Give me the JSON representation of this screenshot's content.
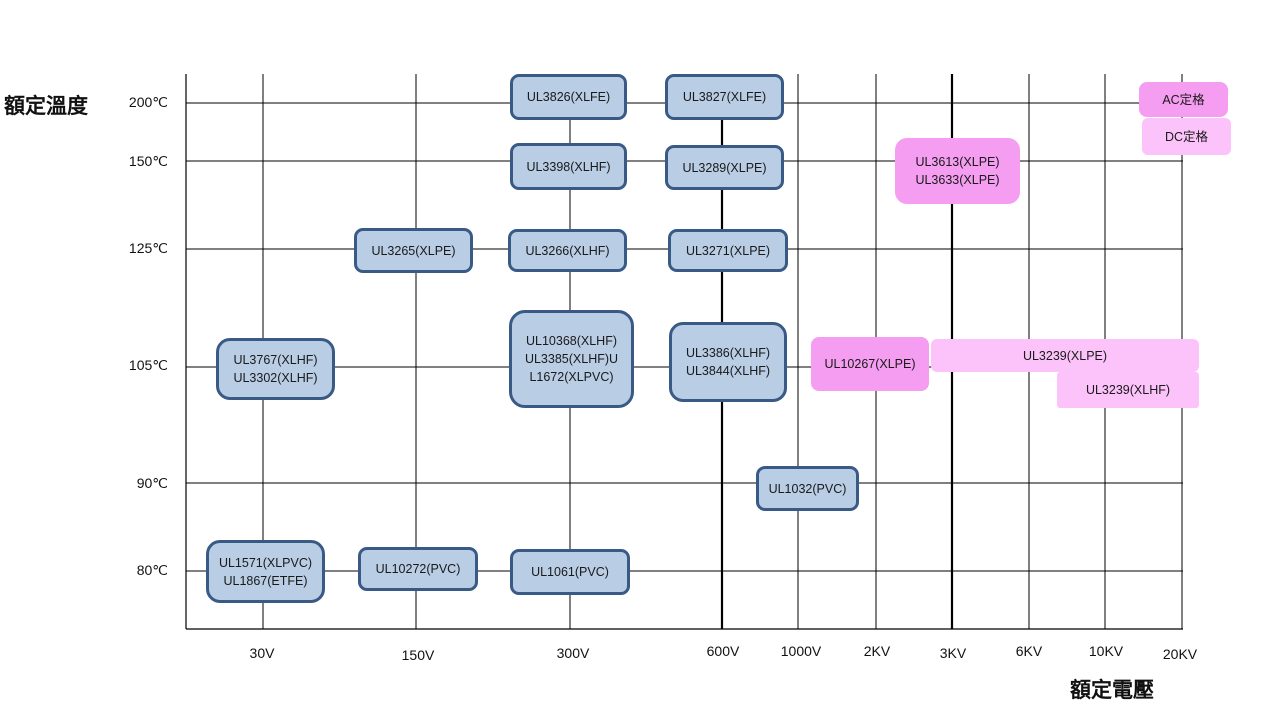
{
  "y_axis_title": "額定溫度",
  "x_axis_title": "額定電壓",
  "temperatures": [
    "200℃",
    "150℃",
    "125℃",
    "105℃",
    "90℃",
    "80℃"
  ],
  "voltages": [
    "30V",
    "150V",
    "300V",
    "600V",
    "1000V",
    "2KV",
    "3KV",
    "6KV",
    "10KV",
    "20KV"
  ],
  "legend": {
    "ac": "AC定格",
    "dc": "DC定格"
  },
  "colors": {
    "blue_fill": "#b9cde5",
    "blue_border": "#3a5a86",
    "ac_pink": "#f59df0",
    "dc_pink": "#fcc3fa"
  },
  "cables": [
    {
      "id": "ul3826",
      "lines": [
        "UL3826(XLFE)"
      ],
      "temp": "200℃",
      "voltage": "300V",
      "style": "blue"
    },
    {
      "id": "ul3827",
      "lines": [
        "UL3827(XLFE)"
      ],
      "temp": "200℃",
      "voltage": "600V",
      "style": "blue"
    },
    {
      "id": "ul3398",
      "lines": [
        "UL3398(XLHF)"
      ],
      "temp": "150℃",
      "voltage": "300V",
      "style": "blue"
    },
    {
      "id": "ul3289",
      "lines": [
        "UL3289(XLPE)"
      ],
      "temp": "150℃",
      "voltage": "600V",
      "style": "blue"
    },
    {
      "id": "ul3613",
      "lines": [
        "UL3613(XLPE)",
        "UL3633(XLPE)"
      ],
      "temp": "150℃",
      "voltage": "3KV",
      "style": "ac"
    },
    {
      "id": "ul3265",
      "lines": [
        "UL3265(XLPE)"
      ],
      "temp": "125℃",
      "voltage": "150V",
      "style": "blue"
    },
    {
      "id": "ul3266",
      "lines": [
        "UL3266(XLHF)"
      ],
      "temp": "125℃",
      "voltage": "300V",
      "style": "blue"
    },
    {
      "id": "ul3271",
      "lines": [
        "UL3271(XLPE)"
      ],
      "temp": "125℃",
      "voltage": "600V",
      "style": "blue"
    },
    {
      "id": "ul3767",
      "lines": [
        "UL3767(XLHF)",
        "UL3302(XLHF)"
      ],
      "temp": "105℃",
      "voltage": "30V",
      "style": "blue"
    },
    {
      "id": "ul10368",
      "lines": [
        "UL10368(XLHF)",
        "UL3385(XLHF)U",
        "L1672(XLPVC)"
      ],
      "temp": "105℃",
      "voltage": "300V",
      "style": "blue"
    },
    {
      "id": "ul3386",
      "lines": [
        "UL3386(XLHF)",
        "UL3844(XLHF)"
      ],
      "temp": "105℃",
      "voltage": "600V",
      "style": "blue"
    },
    {
      "id": "ul10267",
      "lines": [
        "UL10267(XLPE)"
      ],
      "temp": "105℃",
      "voltage": "2KV",
      "style": "ac"
    },
    {
      "id": "ul3239-xlpe",
      "lines": [
        "UL3239(XLPE)"
      ],
      "temp": "105℃",
      "voltage": "3KV-20KV",
      "style": "dc"
    },
    {
      "id": "ul3239-xlhf",
      "lines": [
        "UL3239(XLHF)"
      ],
      "temp": "105℃",
      "voltage": "10KV-20KV",
      "style": "dc"
    },
    {
      "id": "ul1032",
      "lines": [
        "UL1032(PVC)"
      ],
      "temp": "90℃",
      "voltage": "1000V",
      "style": "blue"
    },
    {
      "id": "ul1571",
      "lines": [
        "UL1571(XLPVC)",
        "UL1867(ETFE)"
      ],
      "temp": "80℃",
      "voltage": "30V",
      "style": "blue"
    },
    {
      "id": "ul10272",
      "lines": [
        "UL10272(PVC)"
      ],
      "temp": "80℃",
      "voltage": "150V",
      "style": "blue"
    },
    {
      "id": "ul1061",
      "lines": [
        "UL1061(PVC)"
      ],
      "temp": "80℃",
      "voltage": "300V",
      "style": "blue"
    }
  ]
}
